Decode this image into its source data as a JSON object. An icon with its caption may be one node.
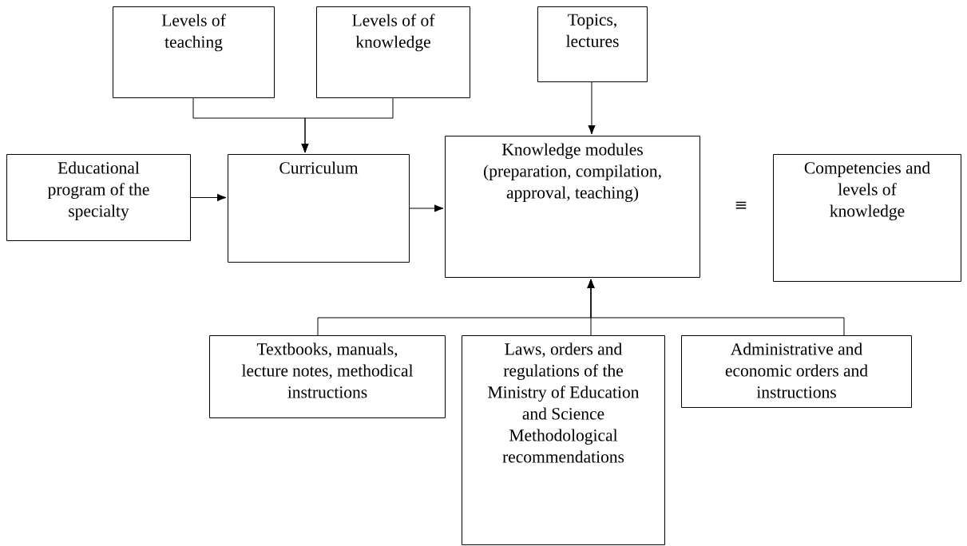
{
  "diagram": {
    "nodes": [
      {
        "text": [
          "Levels of teaching"
        ]
      },
      {
        "text": [
          "Levels of of knowledge"
        ]
      },
      {
        "text": [
          "Topics, lectures"
        ]
      },
      {
        "text": [
          "Educational program of the specialty"
        ]
      },
      {
        "text": [
          "Curriculum"
        ]
      },
      {
        "text": [
          "Knowledge modules (preparation, compilation, approval, teaching)"
        ]
      },
      {
        "text": [
          "Competencies and levels of knowledge"
        ]
      },
      {
        "text": [
          "Textbooks, manuals, lecture notes, methodical instructions"
        ]
      },
      {
        "text": [
          "Laws, orders and regulations of the Ministry of Education and Science Methodological recommendations"
        ]
      },
      {
        "text": [
          "Administrative and economic orders and instructions"
        ]
      }
    ],
    "edges": [
      {
        "from": 0,
        "to": 4,
        "arrow": "to"
      },
      {
        "from": 1,
        "to": 4,
        "arrow": "to"
      },
      {
        "from": 2,
        "to": 5,
        "arrow": "to"
      },
      {
        "from": 3,
        "to": 4,
        "arrow": "to"
      },
      {
        "from": 4,
        "to": 5,
        "arrow": "to"
      },
      {
        "from": 7,
        "to": 5,
        "arrow": "to"
      },
      {
        "from": 8,
        "to": 5,
        "arrow": "to"
      },
      {
        "from": 9,
        "to": 5,
        "arrow": "to"
      }
    ],
    "labels": [
      "≡"
    ]
  }
}
